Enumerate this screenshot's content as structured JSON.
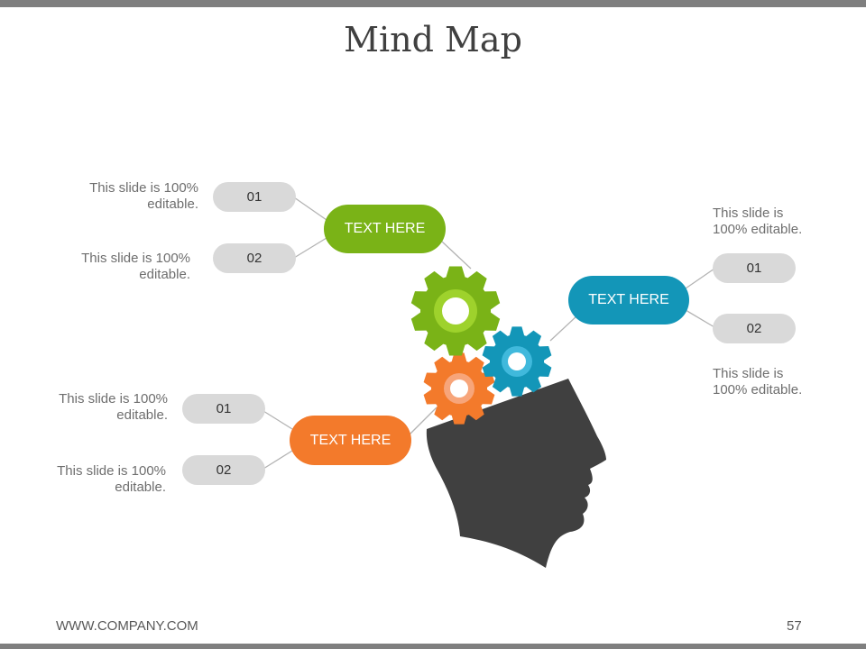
{
  "title": "Mind Map",
  "colors": {
    "green": "#7ab317",
    "blue": "#1396b8",
    "orange": "#f37a2b",
    "badge": "#d9d9d9",
    "head": "#404040",
    "connector": "#b3b3b3"
  },
  "nodes": {
    "green": {
      "label": "TEXT HERE",
      "items": [
        {
          "num": "01",
          "note": "This slide is 100% editable."
        },
        {
          "num": "02",
          "note": "This slide is 100% editable."
        }
      ]
    },
    "blue": {
      "label": "TEXT HERE",
      "items": [
        {
          "num": "01",
          "note": "This slide is 100% editable."
        },
        {
          "num": "02",
          "note": "This slide is 100% editable."
        }
      ]
    },
    "orange": {
      "label": "TEXT HERE",
      "items": [
        {
          "num": "01",
          "note": "This slide is 100% editable."
        },
        {
          "num": "02",
          "note": "This slide is 100% editable."
        }
      ]
    }
  },
  "icons": [
    "gear-icon-green",
    "gear-icon-blue",
    "gear-icon-orange",
    "head-silhouette-icon"
  ],
  "footer": {
    "url": "WWW.COMPANY.COM",
    "page": "57"
  }
}
